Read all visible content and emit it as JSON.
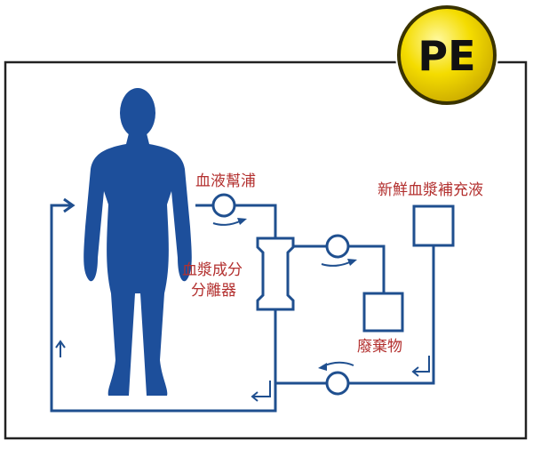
{
  "badge": {
    "text": "PE",
    "color": "#f2d600"
  },
  "labels": {
    "blood_pump": "血液幫浦",
    "fresh_plasma": "新鮮血漿補充液",
    "separator_line1": "血漿成分",
    "separator_line2": "分離器",
    "waste": "廢棄物"
  },
  "colors": {
    "line": "#1f4f8f",
    "body": "#1d4f9b",
    "label": "#b3302f"
  }
}
